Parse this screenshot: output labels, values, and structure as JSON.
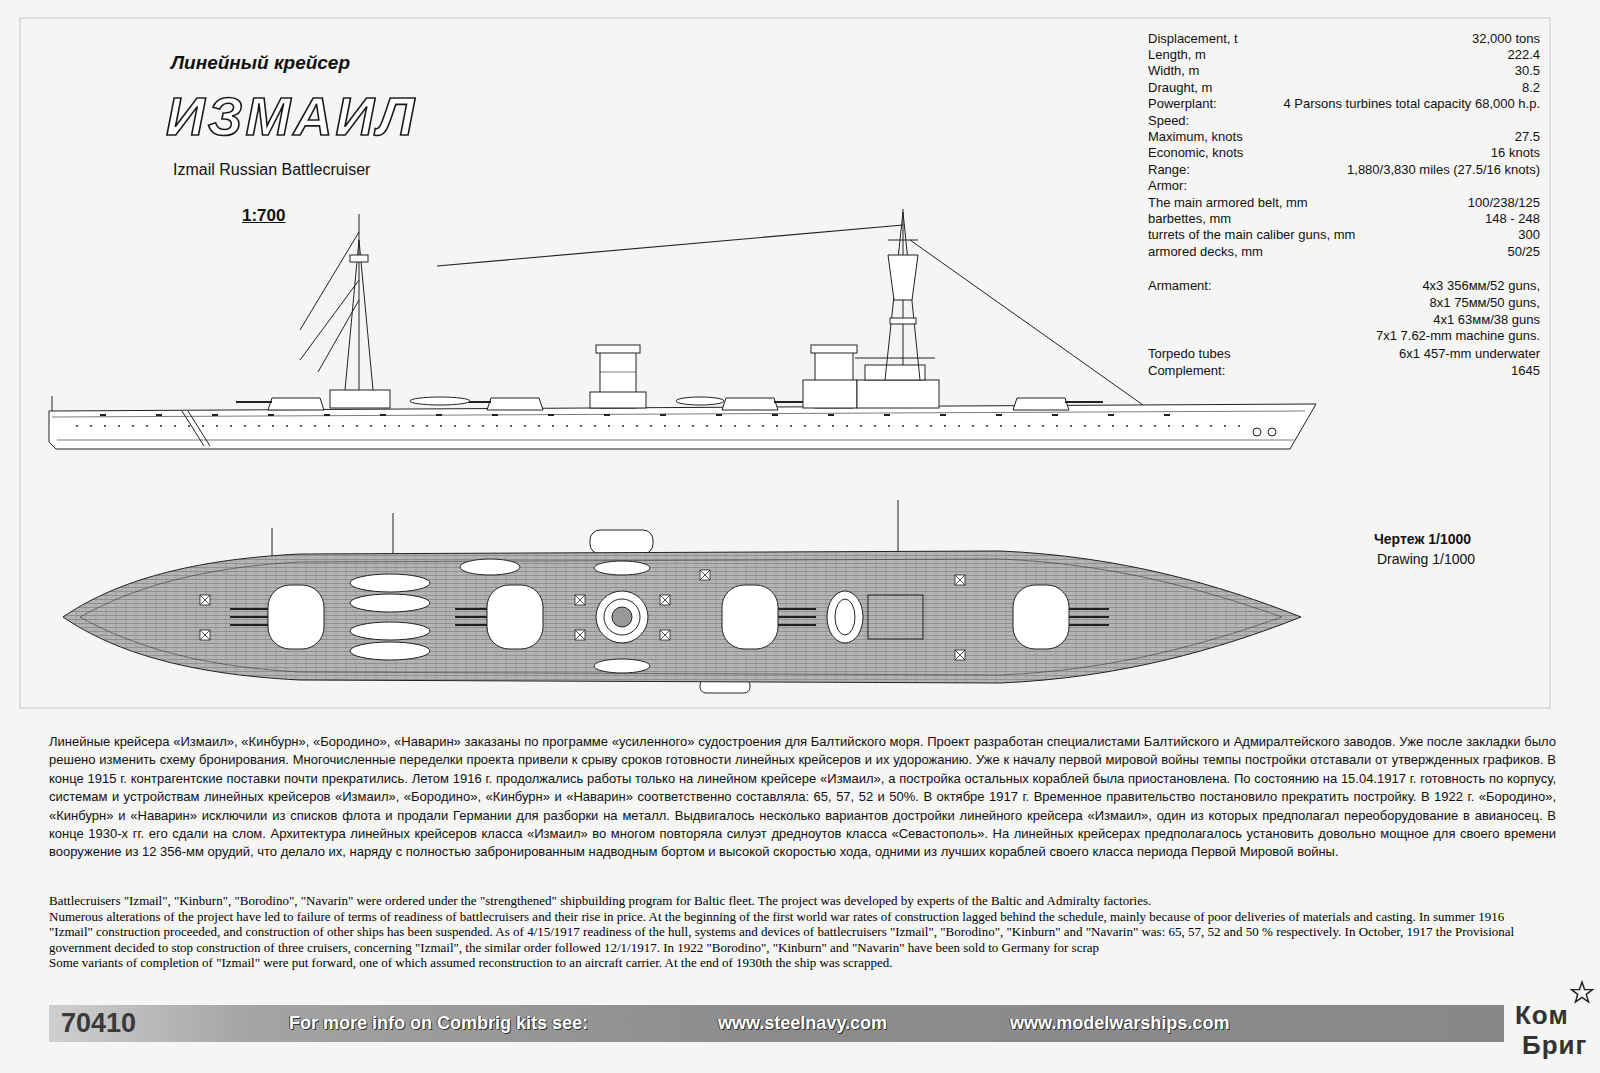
{
  "diagram": {
    "title": "ИЗМАИЛ",
    "nodes": [
      {
        "text": [
          "70410",
          "For more info on Combrig kits see:",
          "www.steelnavy.com",
          "www.modelwarships.com"
        ]
      }
    ],
    "labels": [
      "Линейный крейсер",
      "Izmail Russian Battlecruiser",
      "1:700",
      "Displacement, t",
      "32,000 tons",
      "Length, m",
      "222.4",
      "Width, m",
      "30.5",
      "Draught, m",
      "8.2",
      "Powerplant:",
      "4 Parsons turbines total capacity 68,000 h.p.",
      "Speed:",
      "Maximum, knots",
      "27.5",
      "Economic, knots",
      "16 knots",
      "Range:",
      "1,880/3,830 miles (27.5/16 knots)",
      "Armor:",
      "The main armored belt, mm",
      "100/238/125",
      "barbettes, mm",
      "148 - 248",
      "turrets of the main caliber guns, mm",
      "300",
      "armored decks, mm",
      "50/25",
      "Armament:",
      "4x3 356мм/52 guns,",
      "8x1 75мм/50 guns,",
      "4x1 63мм/38 guns",
      "7x1 7.62-mm machine guns.",
      "Torpedo tubes",
      "6x1 457-mm underwater",
      "Complement:",
      "1645",
      "Чертеж 1/1000",
      "Drawing 1/1000",
      "Линейные крейсера «Измаил», «Кинбурн», «Бородино», «Наварин» заказаны по программе «усиленного» судостроения для Балтийского моря. Проект разработан специалистами Балтийского и Адмиралтейского заводов. Уже после закладки было решено изменить схему бронирования. Многочисленные переделки проекта привели к срыву сроков готовности линейных крейсеров и их удорожанию. Уже к началу первой мировой войны темпы постройки отставали от утвержденных графиков. В конце 1915 г. контрагентские поставки почти прекратились. Летом 1916 г. продолжались работы только на линейном крейсере «Измаил», а постройка остальных кораблей была приостановлена. По состоянию на 15.04.1917 г. готовность по корпусу, системам и устройствам линейных крейсеров «Измаил», «Бородино», «Кинбурн» и «Наварин» соответственно составляла: 65, 57, 52 и 50%. В октябре 1917 г. Временное правительство постановило прекратить постройку. В 1922 г. «Бородино», «Кинбурн» и «Наварин» исключили из списков флота и продали Германии для разборки на металл. Выдвигалось несколько вариантов достройки линейного крейсера «Измаил», один из которых предполагал переоборудование в авианосец. В конце 1930-х гг. его сдали на слом. Архитектура линейных крейсеров класса «Измаил» во многом повторяла силуэт дредноутов класса «Севастополь». На линейных крейсерах предполагалось установить довольно мощное для своего времени вооружение из 12 356-мм орудий, что делало их, наряду с полностью забронированным надводным бортом и высокой скоростью хода, одними из лучших кораблей своего класса периода Первой Мировой войны.",
      "Battlecruisers \"Izmail\", \"Kinburn\", \"Borodino\", \"Navarin\" were ordered under the \"strengthened\" shipbuilding program for Baltic fleet. The project was developed by experts of the Baltic and Admiralty factories.",
      "Numerous alterations of the project have led to failure of terms of readiness of battlecruisers and their rise in price. At the beginning of the first world war rates of construction lagged behind the schedule, mainly because of poor deliveries of materials and casting. In summer 1916 \"Izmail\" construction proceeded, and construction of other ships has been suspended. As of 4/15/1917 readiness of the hull, systems and devices of battlecruisers \"Izmail\", \"Borodino\", \"Kinburn\" and \"Navarin\" was: 65, 57, 52 and 50 % respectively. In October, 1917 the Provisional government decided to stop construction of three cruisers, concerning \"Izmail\", the similar order followed 12/1/1917. In 1922 \"Borodino\", \"Kinburn\" and \"Navarin\" have been sold to Germany for scrap",
      "Some variants of completion of \"Izmail\" were put forward, one of which assumed reconstruction to an aircraft carrier. At the end of 1930th the ship was scrapped.",
      "Ком",
      "Бриг"
    ]
  }
}
